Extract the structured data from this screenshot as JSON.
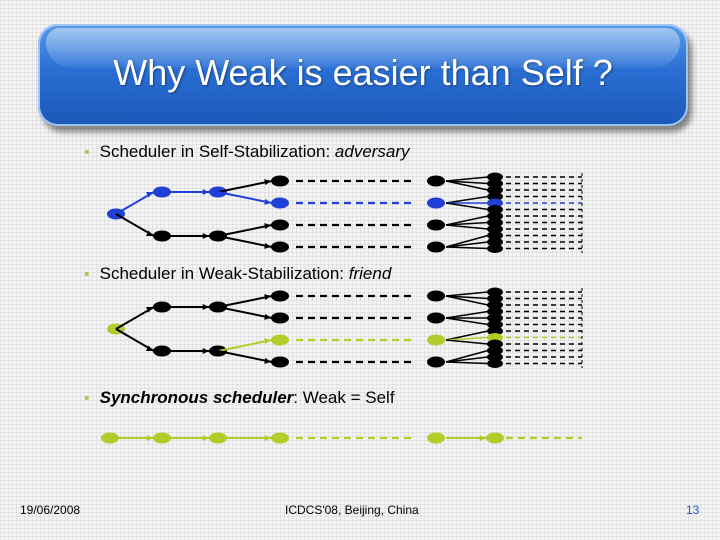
{
  "slide": {
    "title": "Why Weak is easier than Self ?",
    "bullets": [
      {
        "prefix": "Scheduler in Self-Stabilization: ",
        "emphasis": "adversary",
        "suffix": ""
      },
      {
        "prefix": "Scheduler in Weak-Stabilization: ",
        "emphasis": "friend",
        "suffix": ""
      },
      {
        "prefix": ": Weak = Self",
        "emphasis": "Synchronous scheduler",
        "suffix": ""
      }
    ]
  },
  "footer": {
    "date": "19/06/2008",
    "venue": "ICDCS'08, Beijing, China",
    "page": "13"
  },
  "colors": {
    "title_bar": "#2a6fd4",
    "bullet": "#a9c85a",
    "adversary_path": "#1f3fd6",
    "friend_path": "#b3cc2a",
    "node": "#000000"
  }
}
